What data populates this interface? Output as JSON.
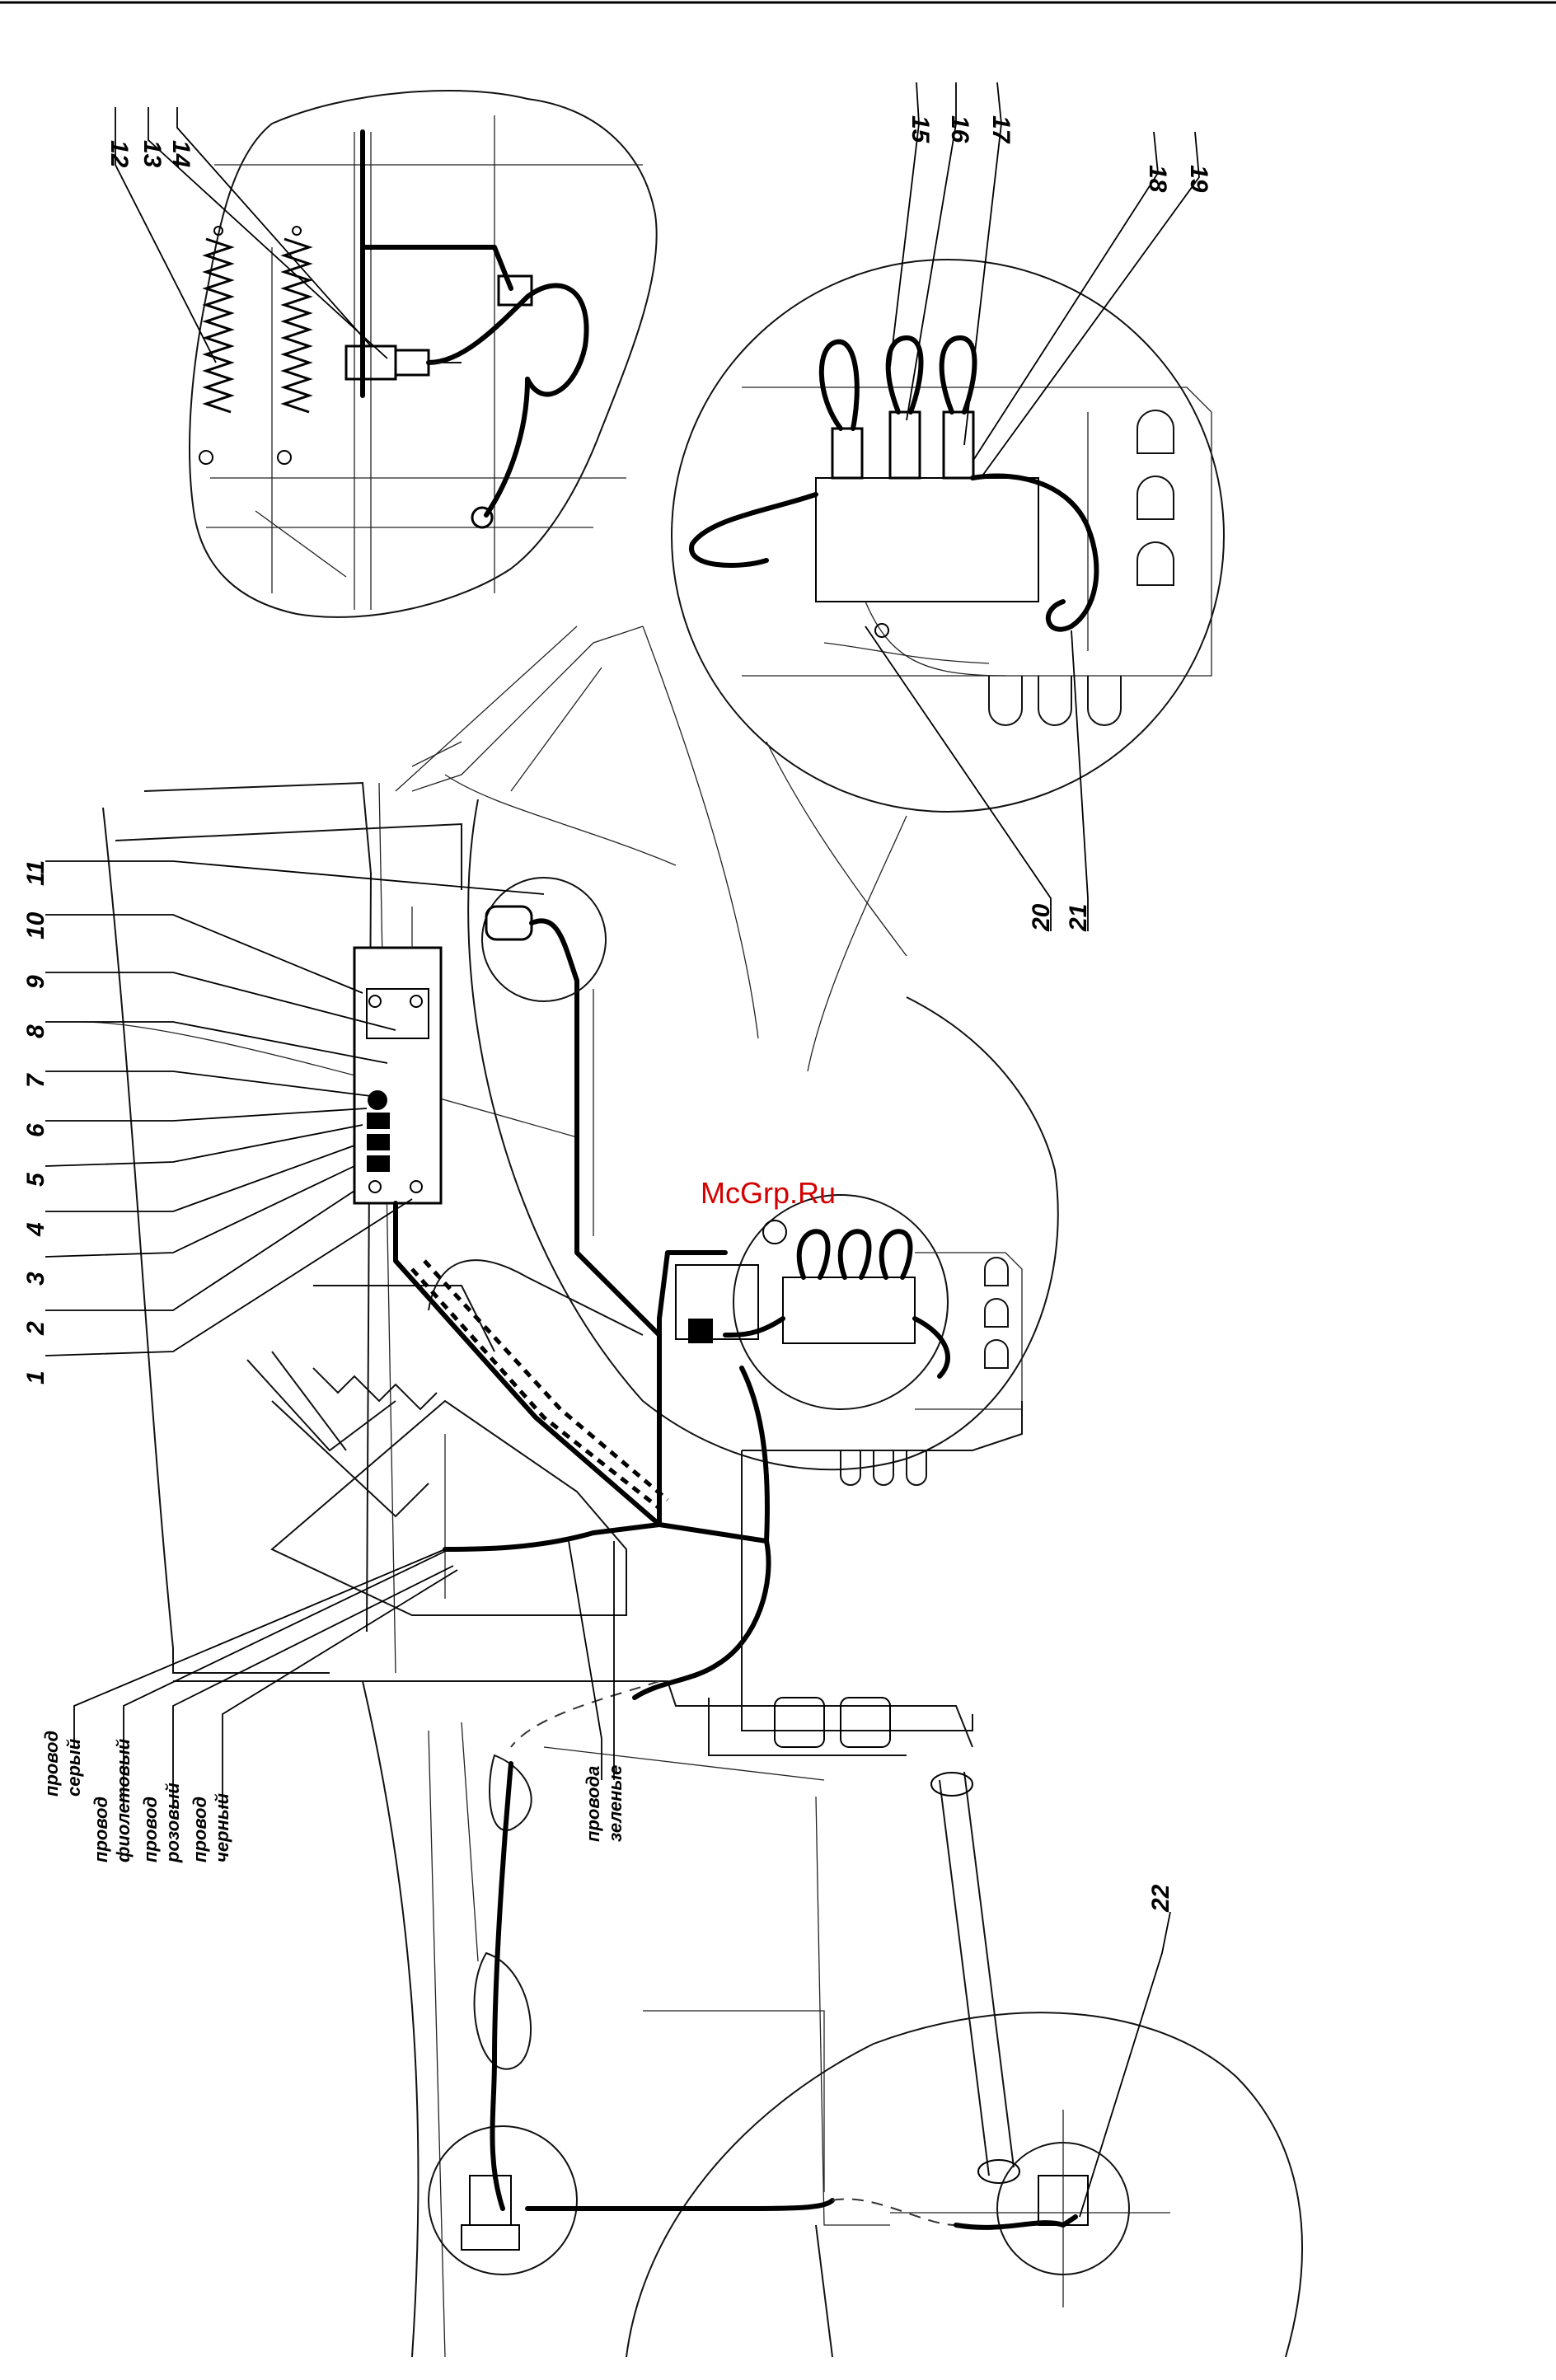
{
  "diagram": {
    "watermark": "McGrp.Ru",
    "callouts": [
      "1",
      "2",
      "3",
      "4",
      "5",
      "6",
      "7",
      "8",
      "9",
      "10",
      "11",
      "12",
      "13",
      "14",
      "15",
      "16",
      "17",
      "18",
      "19",
      "20",
      "21",
      "22"
    ],
    "wire_labels": [
      {
        "line1": "провод",
        "line2": "серый"
      },
      {
        "line1": "провод",
        "line2": "фиолетовый"
      },
      {
        "line1": "провод",
        "line2": "розовый"
      },
      {
        "line1": "провод",
        "line2": "черный"
      },
      {
        "line1": "провода",
        "line2": "зеленые"
      }
    ]
  }
}
